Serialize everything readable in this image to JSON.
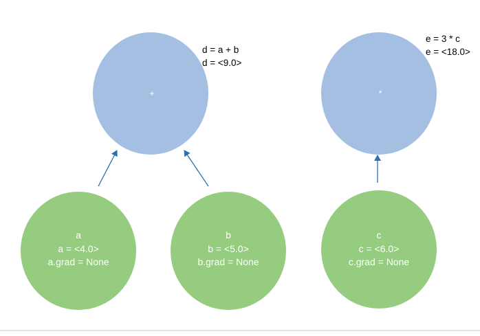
{
  "colors": {
    "operation_node": "#a4bfe2",
    "leaf_node": "#95cc80",
    "edge": "#2e6fb4",
    "background": "#ffffff",
    "bottom_rule": "#c7c7c7"
  },
  "operation_nodes": [
    {
      "id": "d",
      "symbol": "+",
      "annotation": [
        "d = a + b",
        "d = <9.0>"
      ]
    },
    {
      "id": "e",
      "symbol": "*",
      "annotation": [
        "e = 3 * c",
        "e = <18.0>"
      ]
    }
  ],
  "leaf_nodes": [
    {
      "id": "a",
      "lines": [
        "a",
        "a = <4.0>",
        "a.grad = None"
      ]
    },
    {
      "id": "b",
      "lines": [
        "b",
        "b = <5.0>",
        "b.grad = None"
      ]
    },
    {
      "id": "c",
      "lines": [
        "c",
        "c = <6.0>",
        "c.grad = None"
      ]
    }
  ],
  "edges": [
    {
      "from": "a",
      "to": "d"
    },
    {
      "from": "b",
      "to": "d"
    },
    {
      "from": "c",
      "to": "e"
    }
  ]
}
